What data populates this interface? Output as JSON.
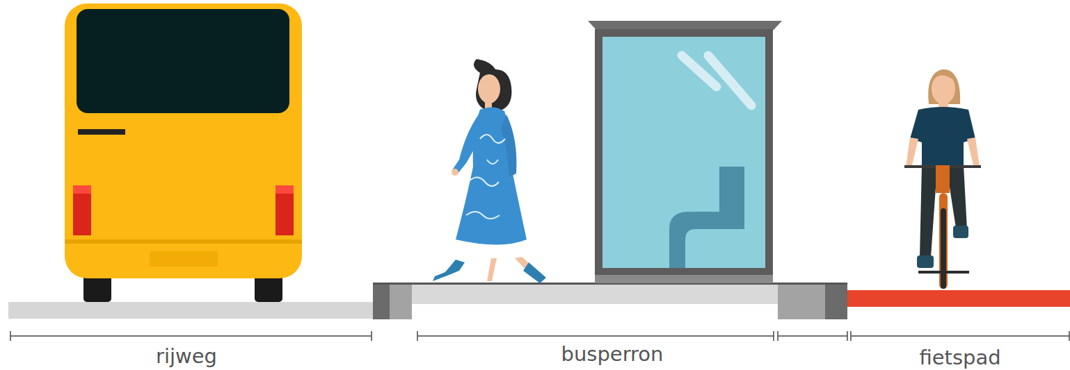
{
  "diagram": {
    "labels": [
      "rijweg",
      "busperron",
      "fietspad"
    ]
  }
}
